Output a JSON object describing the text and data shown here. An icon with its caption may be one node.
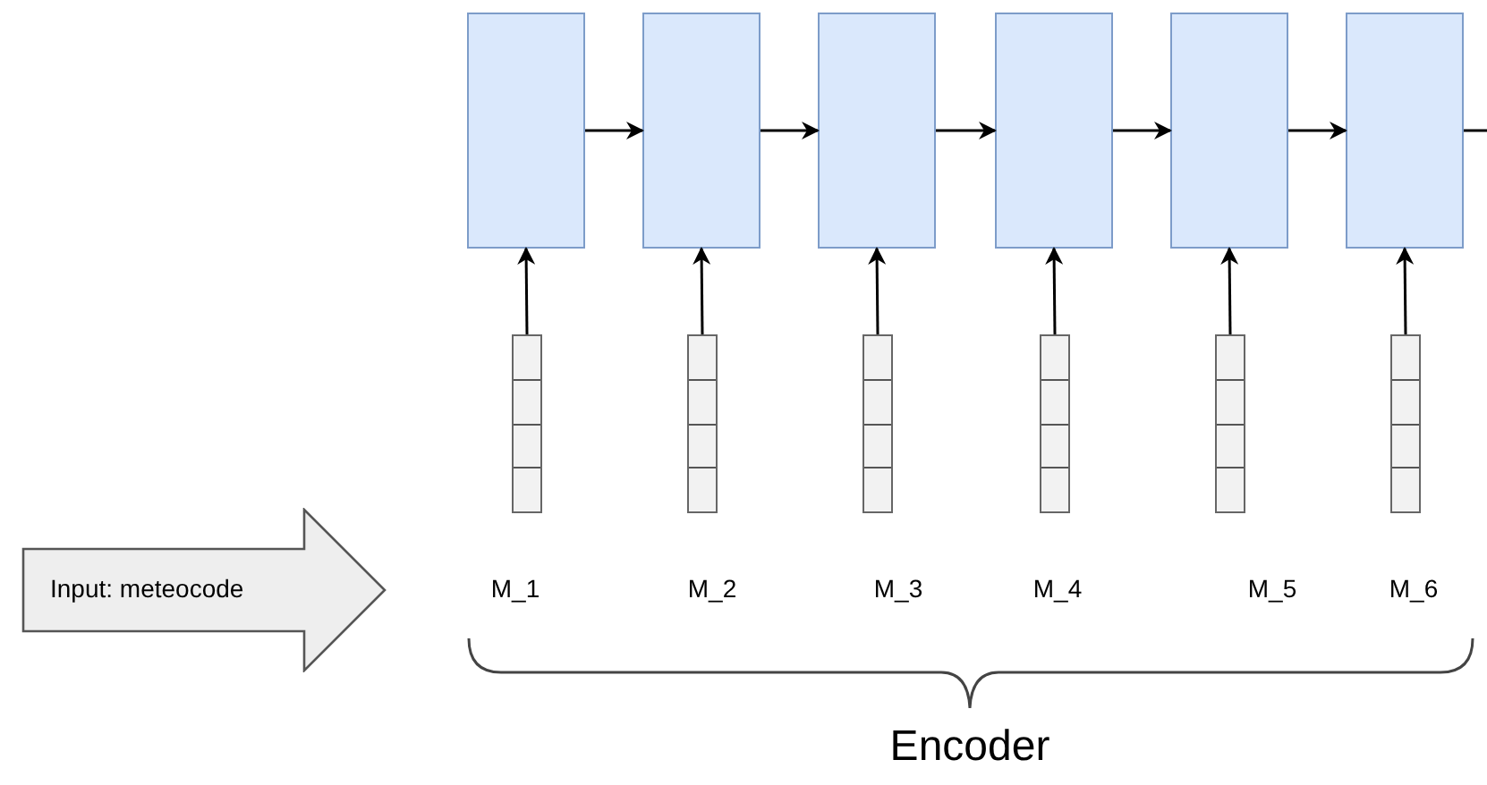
{
  "diagram": {
    "nodes": [
      {
        "text": [],
        "shape": "box"
      },
      {
        "text": [],
        "shape": "box"
      },
      {
        "text": [],
        "shape": "box"
      },
      {
        "text": [],
        "shape": "box"
      },
      {
        "text": [],
        "shape": "box"
      },
      {
        "text": [],
        "shape": "box"
      },
      {
        "text": [],
        "shape": "bar"
      },
      {
        "text": [],
        "shape": "bar"
      },
      {
        "text": [],
        "shape": "bar"
      },
      {
        "text": [],
        "shape": "bar"
      },
      {
        "text": [],
        "shape": "bar"
      },
      {
        "text": [],
        "shape": "bar"
      },
      {
        "text": [
          "Input: meteocode"
        ]
      }
    ],
    "edges": [
      {
        "from": 0,
        "to": 1,
        "arrow": "to"
      },
      {
        "from": 1,
        "to": 2,
        "arrow": "to"
      },
      {
        "from": 2,
        "to": 3,
        "arrow": "to"
      },
      {
        "from": 3,
        "to": 4,
        "arrow": "to"
      },
      {
        "from": 4,
        "to": 5,
        "arrow": "to"
      },
      {
        "from": 5,
        "to": null,
        "arrow": "none"
      },
      {
        "from": 6,
        "to": 0,
        "arrow": "to"
      },
      {
        "from": 7,
        "to": 1,
        "arrow": "to"
      },
      {
        "from": 8,
        "to": 2,
        "arrow": "to"
      },
      {
        "from": 9,
        "to": 3,
        "arrow": "to"
      },
      {
        "from": 10,
        "to": 4,
        "arrow": "to"
      },
      {
        "from": 11,
        "to": 5,
        "arrow": "to"
      }
    ],
    "labels": [
      "M_1",
      "M_2",
      "M_3",
      "M_4",
      "M_5",
      "M_6",
      "Encoder"
    ]
  }
}
